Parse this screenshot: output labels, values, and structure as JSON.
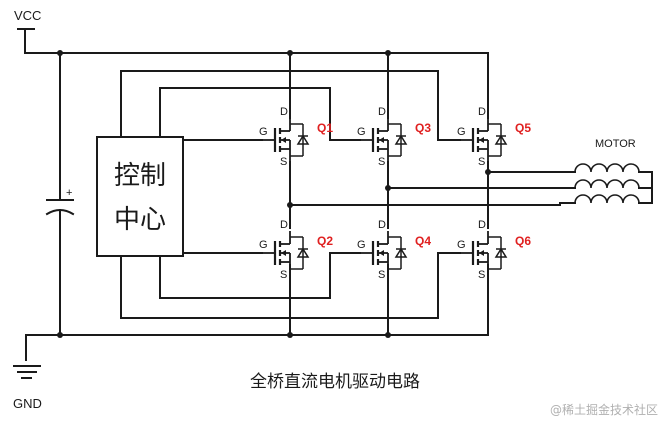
{
  "labels": {
    "vcc": "VCC",
    "gnd": "GND",
    "motor": "MOTOR",
    "cap_plus": "+",
    "controller_line1": "控制",
    "controller_line2": "中心",
    "caption": "全桥直流电机驱动电路",
    "watermark": "@稀土掘金技术社区"
  },
  "transistors": [
    {
      "id": "Q1",
      "gate": "G",
      "drain": "D",
      "source": "S"
    },
    {
      "id": "Q3",
      "gate": "G",
      "drain": "D",
      "source": "S"
    },
    {
      "id": "Q5",
      "gate": "G",
      "drain": "D",
      "source": "S"
    },
    {
      "id": "Q2",
      "gate": "G",
      "drain": "D",
      "source": "S"
    },
    {
      "id": "Q4",
      "gate": "G",
      "drain": "D",
      "source": "S"
    },
    {
      "id": "Q6",
      "gate": "G",
      "drain": "D",
      "source": "S"
    }
  ],
  "colors": {
    "wire": "#1a1a1a",
    "transistor_label": "#e02020",
    "watermark": "#b0b0b0"
  }
}
